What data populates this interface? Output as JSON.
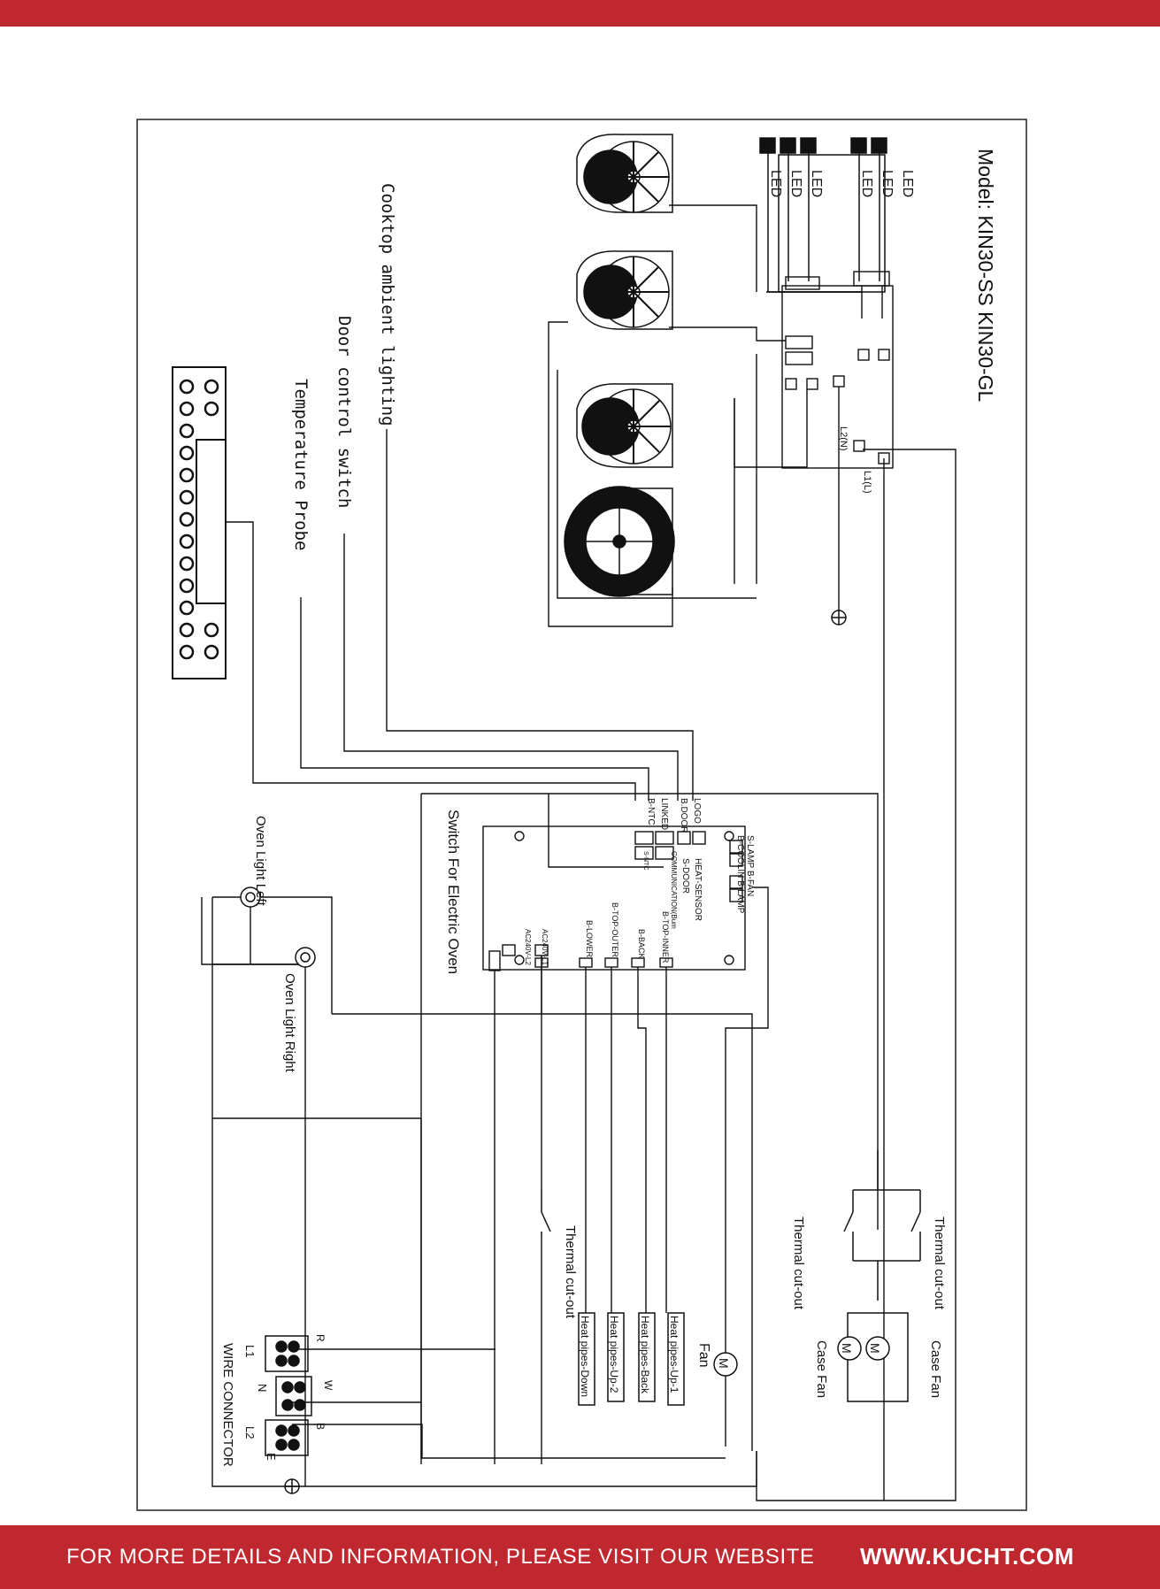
{
  "model_title": "Model: KIN30-SS KIN30-GL",
  "led_labels": [
    "LED",
    "LED",
    "LED",
    "LED",
    "LED",
    "LED"
  ],
  "board_terminals": {
    "l2n": "L2(N)",
    "l1l": "L1(L)"
  },
  "legend": {
    "cooktop_ambient_lighting": "Cooktop ambient lighting",
    "door_control_switch": "Door control switch",
    "temperature_probe": "Temperature Probe"
  },
  "oven_board": {
    "title": "Switch For Electric Oven",
    "left_labels": [
      "LOGO",
      "B.DOOR",
      "LINKED",
      "B-NTC"
    ],
    "top_labels": [
      "S-LAMP B-FAN",
      "B-COOLIN B-LAMP"
    ],
    "inner_labels": [
      "HEAT-SENSOR",
      "S-DOOR",
      "COMMUNICATION(Bum",
      "B-TOP-INNER",
      "S-NTC"
    ],
    "terminals": [
      "B-BACK",
      "B-TOP-OUTER",
      "B-LOWER",
      "AC240V-L1",
      "AC240V-L2"
    ]
  },
  "oven_lights": {
    "left": "Oven Light Left",
    "right": "Oven Light Right"
  },
  "thermal_cutouts": {
    "a": "Thermal cut-out",
    "b": "Thermal cut-out",
    "c": "Thermal cut-out"
  },
  "case_fans": {
    "a": "Case Fan",
    "b": "Case Fan"
  },
  "fan_label": "Fan",
  "motor_symbol": "M",
  "heaters": [
    "Heat pipes-Up-1",
    "Heat pipes-Back",
    "Heat pipes-Up-2",
    "Heat pipes-Down"
  ],
  "wire_connector": {
    "title": "WIRE CONNECTOR",
    "labels": {
      "l1": "L1",
      "n": "N",
      "l2": "L2",
      "e": "E",
      "r": "R",
      "w": "W",
      "b": "B"
    }
  },
  "footer": {
    "text": "FOR MORE DETAILS AND INFORMATION, PLEASE VISIT OUR WEBSITE",
    "url": "WWW.KUCHT.COM"
  },
  "colors": {
    "brand_red": "#c0282f",
    "line": "#111111"
  }
}
